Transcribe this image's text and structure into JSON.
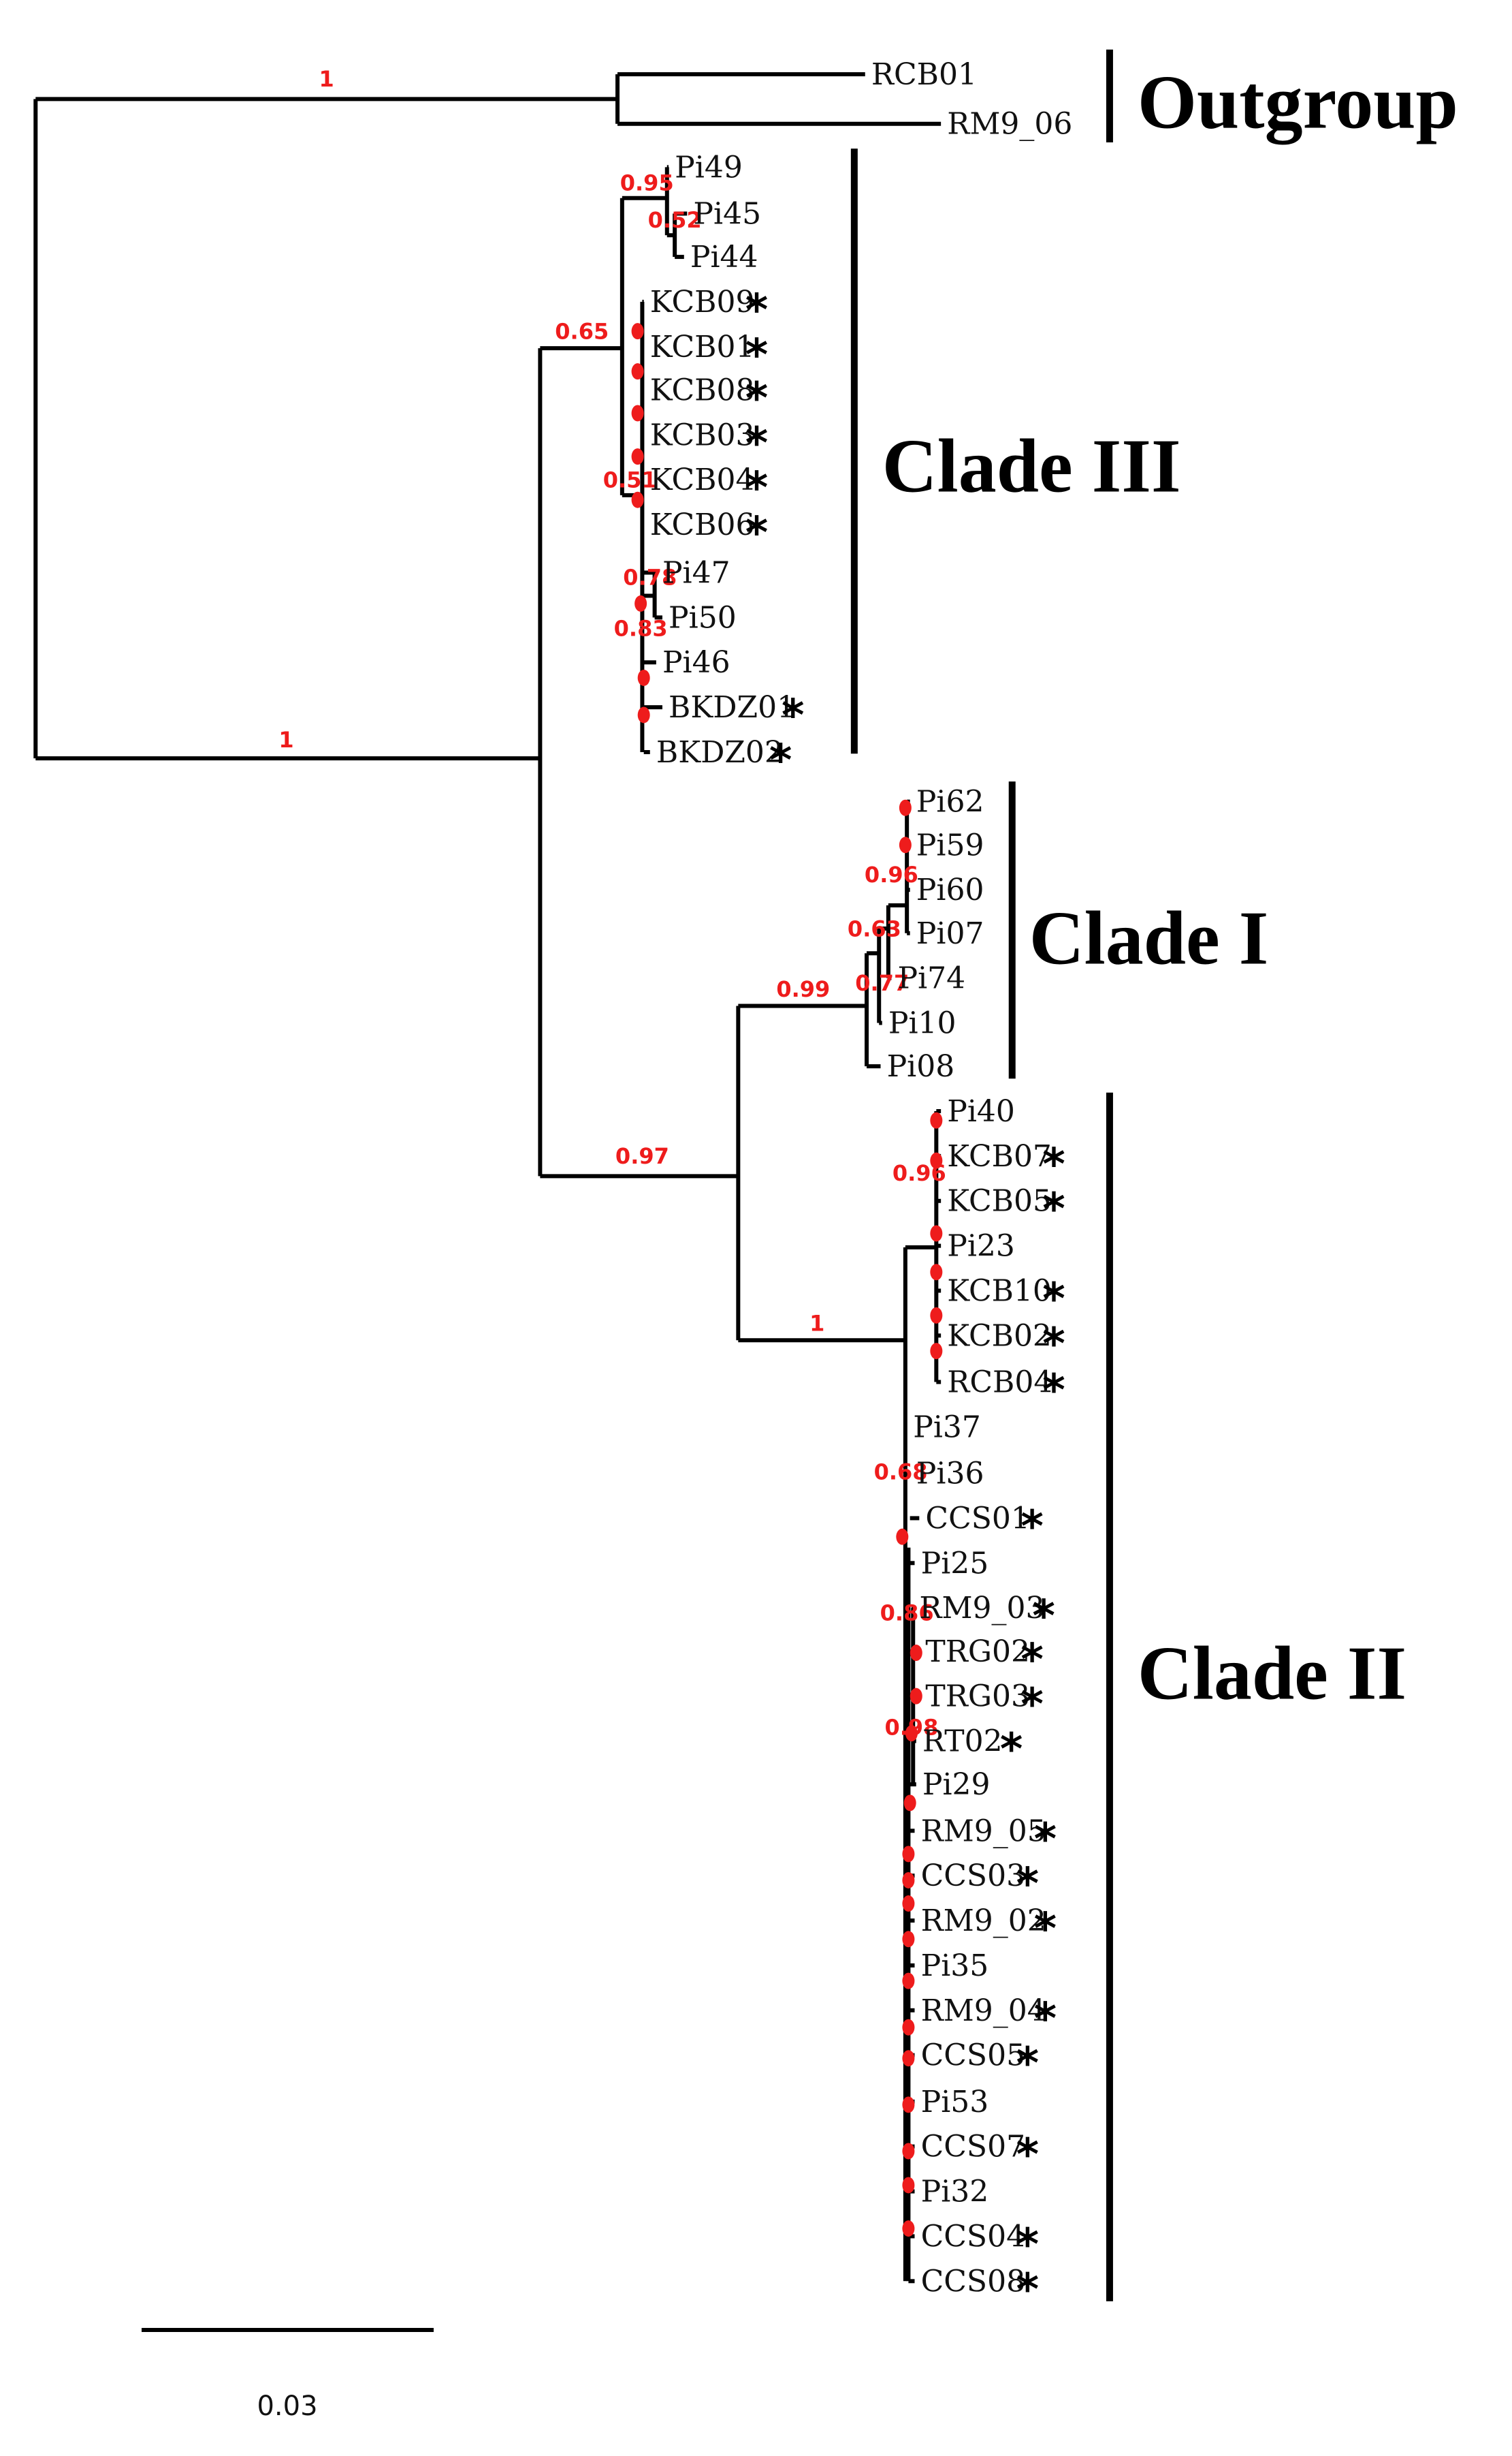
{
  "tree": {
    "tips": [
      {
        "label": "RCB01",
        "star": false
      },
      {
        "label": "RM9_06",
        "star": false
      },
      {
        "label": "Pi49",
        "star": false
      },
      {
        "label": "Pi45",
        "star": false
      },
      {
        "label": "Pi44",
        "star": false
      },
      {
        "label": "KCB09",
        "star": true
      },
      {
        "label": "KCB01",
        "star": true
      },
      {
        "label": "KCB08",
        "star": true
      },
      {
        "label": "KCB03",
        "star": true
      },
      {
        "label": "KCB04",
        "star": true
      },
      {
        "label": "KCB06",
        "star": true
      },
      {
        "label": "Pi47",
        "star": false
      },
      {
        "label": "Pi50",
        "star": false
      },
      {
        "label": "Pi46",
        "star": false
      },
      {
        "label": "BKDZ01",
        "star": true
      },
      {
        "label": "BKDZ02",
        "star": true
      },
      {
        "label": "Pi62",
        "star": false
      },
      {
        "label": "Pi59",
        "star": false
      },
      {
        "label": "Pi60",
        "star": false
      },
      {
        "label": "Pi07",
        "star": false
      },
      {
        "label": "Pi74",
        "star": false
      },
      {
        "label": "Pi10",
        "star": false
      },
      {
        "label": "Pi08",
        "star": false
      },
      {
        "label": "Pi40",
        "star": false
      },
      {
        "label": "KCB07",
        "star": true
      },
      {
        "label": "KCB05",
        "star": true
      },
      {
        "label": "Pi23",
        "star": false
      },
      {
        "label": "KCB10",
        "star": true
      },
      {
        "label": "KCB02",
        "star": true
      },
      {
        "label": "RCB04",
        "star": true
      },
      {
        "label": "Pi37",
        "star": false
      },
      {
        "label": "Pi36",
        "star": false
      },
      {
        "label": "CCS01",
        "star": true
      },
      {
        "label": "Pi25",
        "star": false
      },
      {
        "label": "RM9_03",
        "star": true
      },
      {
        "label": "TRG02",
        "star": true
      },
      {
        "label": "TRG03",
        "star": true
      },
      {
        "label": "RT02",
        "star": true
      },
      {
        "label": "Pi29",
        "star": false
      },
      {
        "label": "RM9_05",
        "star": true
      },
      {
        "label": "CCS03",
        "star": true
      },
      {
        "label": "RM9_02",
        "star": true
      },
      {
        "label": "Pi35",
        "star": false
      },
      {
        "label": "RM9_04",
        "star": true
      },
      {
        "label": "CCS05",
        "star": true
      },
      {
        "label": "Pi53",
        "star": false
      },
      {
        "label": "CCS07",
        "star": true
      },
      {
        "label": "Pi32",
        "star": false
      },
      {
        "label": "CCS04",
        "star": true
      },
      {
        "label": "CCS08",
        "star": true
      }
    ],
    "support_labels": [
      "1",
      "1",
      "0.65",
      "0.95",
      "0.52",
      "0.51",
      "0.78",
      "0.83",
      "0.97",
      "0.99",
      "0.96",
      "0.63",
      "0.77",
      "1",
      "0.96",
      "0.68",
      "0.86",
      "0.98"
    ],
    "tip_marker": "*",
    "support_dot_meaning": "0"
  },
  "clades": [
    {
      "label": "Outgroup"
    },
    {
      "label": "Clade III"
    },
    {
      "label": "Clade I"
    },
    {
      "label": "Clade II"
    }
  ],
  "scale_bar": {
    "label": "0.03",
    "value": 0.03
  },
  "colors": {
    "support": "#ee1c1c",
    "branch": "#000000"
  }
}
